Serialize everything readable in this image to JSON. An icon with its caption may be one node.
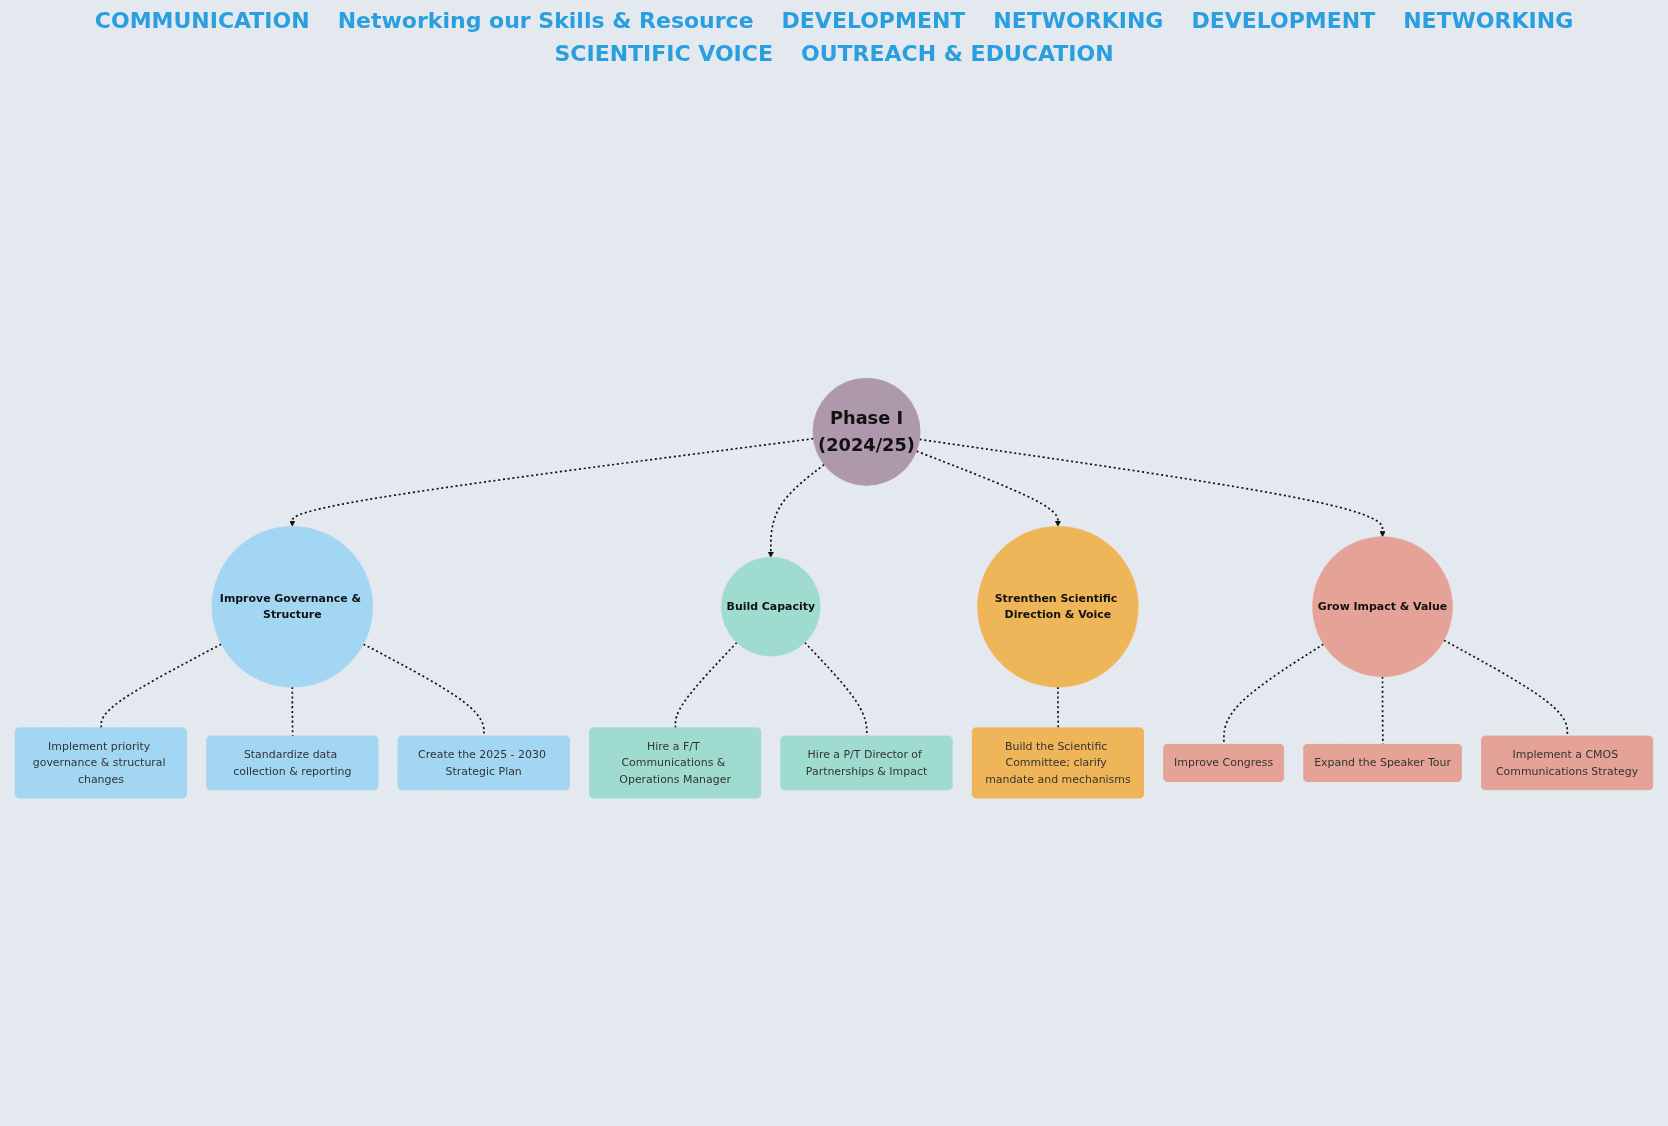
{
  "diagram": {
    "nodes": [
      {
        "text": [
          "Phase I",
          "(2024/25)"
        ]
      },
      {
        "text": [
          "Improve Governance & Structure"
        ]
      },
      {
        "text": [
          "Build Capacity"
        ]
      },
      {
        "text": [
          "Strenthen Scientific Direction & Voice"
        ]
      },
      {
        "text": [
          "Grow Impact & Value"
        ]
      },
      {
        "text": [
          "Implement priority governance & structural changes"
        ]
      },
      {
        "text": [
          "Standardize data collection & reporting"
        ]
      },
      {
        "text": [
          "Create the 2025 - 2030 Strategic Plan"
        ]
      },
      {
        "text": [
          "Hire a F/T Communications & Operations Manager"
        ]
      },
      {
        "text": [
          "Hire a P/T Director of Partnerships & Impact"
        ]
      },
      {
        "text": [
          "Build the Scientific Committee; clarify mandate and mechanisms"
        ]
      },
      {
        "text": [
          "Improve Congress"
        ]
      },
      {
        "text": [
          "Expand the Speaker Tour"
        ]
      },
      {
        "text": [
          "Implement a CMOS Communications Strategy"
        ]
      }
    ],
    "edges": [
      {
        "from": 0,
        "to": 1,
        "arrow": "to",
        "style": "dashed"
      },
      {
        "from": 0,
        "to": 2,
        "arrow": "to",
        "style": "dashed"
      },
      {
        "from": 0,
        "to": 3,
        "arrow": "to",
        "style": "dashed"
      },
      {
        "from": 0,
        "to": 4,
        "arrow": "to",
        "style": "dashed"
      },
      {
        "from": 1,
        "to": 5,
        "arrow": "none",
        "style": "dashed"
      },
      {
        "from": 1,
        "to": 6,
        "arrow": "none",
        "style": "dashed"
      },
      {
        "from": 1,
        "to": 7,
        "arrow": "none",
        "style": "dashed"
      },
      {
        "from": 2,
        "to": 8,
        "arrow": "none",
        "style": "dashed"
      },
      {
        "from": 2,
        "to": 9,
        "arrow": "none",
        "style": "dashed"
      },
      {
        "from": 3,
        "to": 10,
        "arrow": "none",
        "style": "dashed"
      },
      {
        "from": 4,
        "to": 11,
        "arrow": "none",
        "style": "dashed"
      },
      {
        "from": 4,
        "to": 12,
        "arrow": "none",
        "style": "dashed"
      },
      {
        "from": 4,
        "to": 13,
        "arrow": "none",
        "style": "dashed"
      }
    ],
    "labels": [
      "COMMUNICATION",
      "Networking our Skills & Resource",
      "DEVELOPMENT",
      "NETWORKING",
      "DEVELOPMENT",
      "NETWORKING",
      "SCIENTIFIC VOICE",
      "OUTREACH & EDUCATION"
    ]
  }
}
